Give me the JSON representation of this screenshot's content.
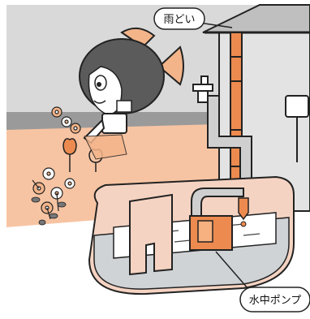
{
  "labels": {
    "rain_gutter": "雨どい",
    "submersible_pump": "水中ポンプ"
  },
  "colors": {
    "sky": "#d9d9d9",
    "ground": "#9a9a9a",
    "earth": "#f7c4a3",
    "pipe": "#ec8a4f",
    "tank_fill": "#f5d3c2",
    "water": "#cfd3d6",
    "wall": "#e3e3e3",
    "fish_body": "#5b5b5b",
    "fish_fin": "#f3b48a"
  },
  "icons": [
    "rain-gutter-pipe",
    "faucet-icon",
    "watering-can-icon",
    "fish-mascot-icon",
    "flower-icon",
    "tulip-icon",
    "submersible-pump-icon",
    "outlet-box-icon"
  ]
}
